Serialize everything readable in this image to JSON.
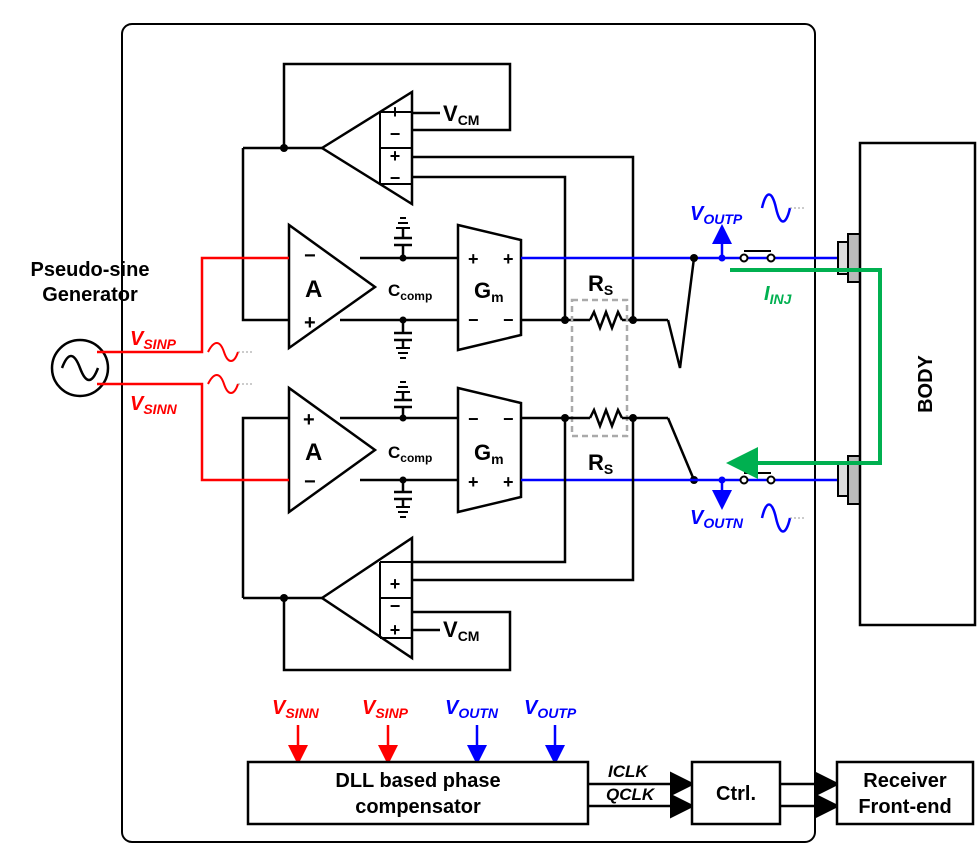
{
  "labels": {
    "generator": [
      "Pseudo-sine",
      "Generator"
    ],
    "vsinp": "V",
    "vsinp_sub": "SINP",
    "vsinn": "V",
    "vsinn_sub": "SINN",
    "amp_a": "A",
    "ccomp": "C",
    "ccomp_sub": "comp",
    "gm": "G",
    "gm_sub": "m",
    "rs": "R",
    "rs_sub": "S",
    "vcm": "V",
    "vcm_sub": "CM",
    "voutp": "V",
    "voutp_sub": "OUTP",
    "voutn": "V",
    "voutn_sub": "OUTN",
    "iinj": "I",
    "iinj_sub": "INJ",
    "body": "BODY",
    "plus": "+",
    "minus": "−",
    "dll": [
      "DLL based phase",
      "compensator"
    ],
    "iclk": "ICLK",
    "qclk": "QCLK",
    "ctrl": "Ctrl.",
    "receiver": [
      "Receiver",
      "Front-end"
    ]
  },
  "colors": {
    "signal_p": "#ff0000",
    "signal_out": "#0000ff",
    "injection": "#00b050",
    "wire": "#000000",
    "rs_box": "#aaaaaa"
  }
}
